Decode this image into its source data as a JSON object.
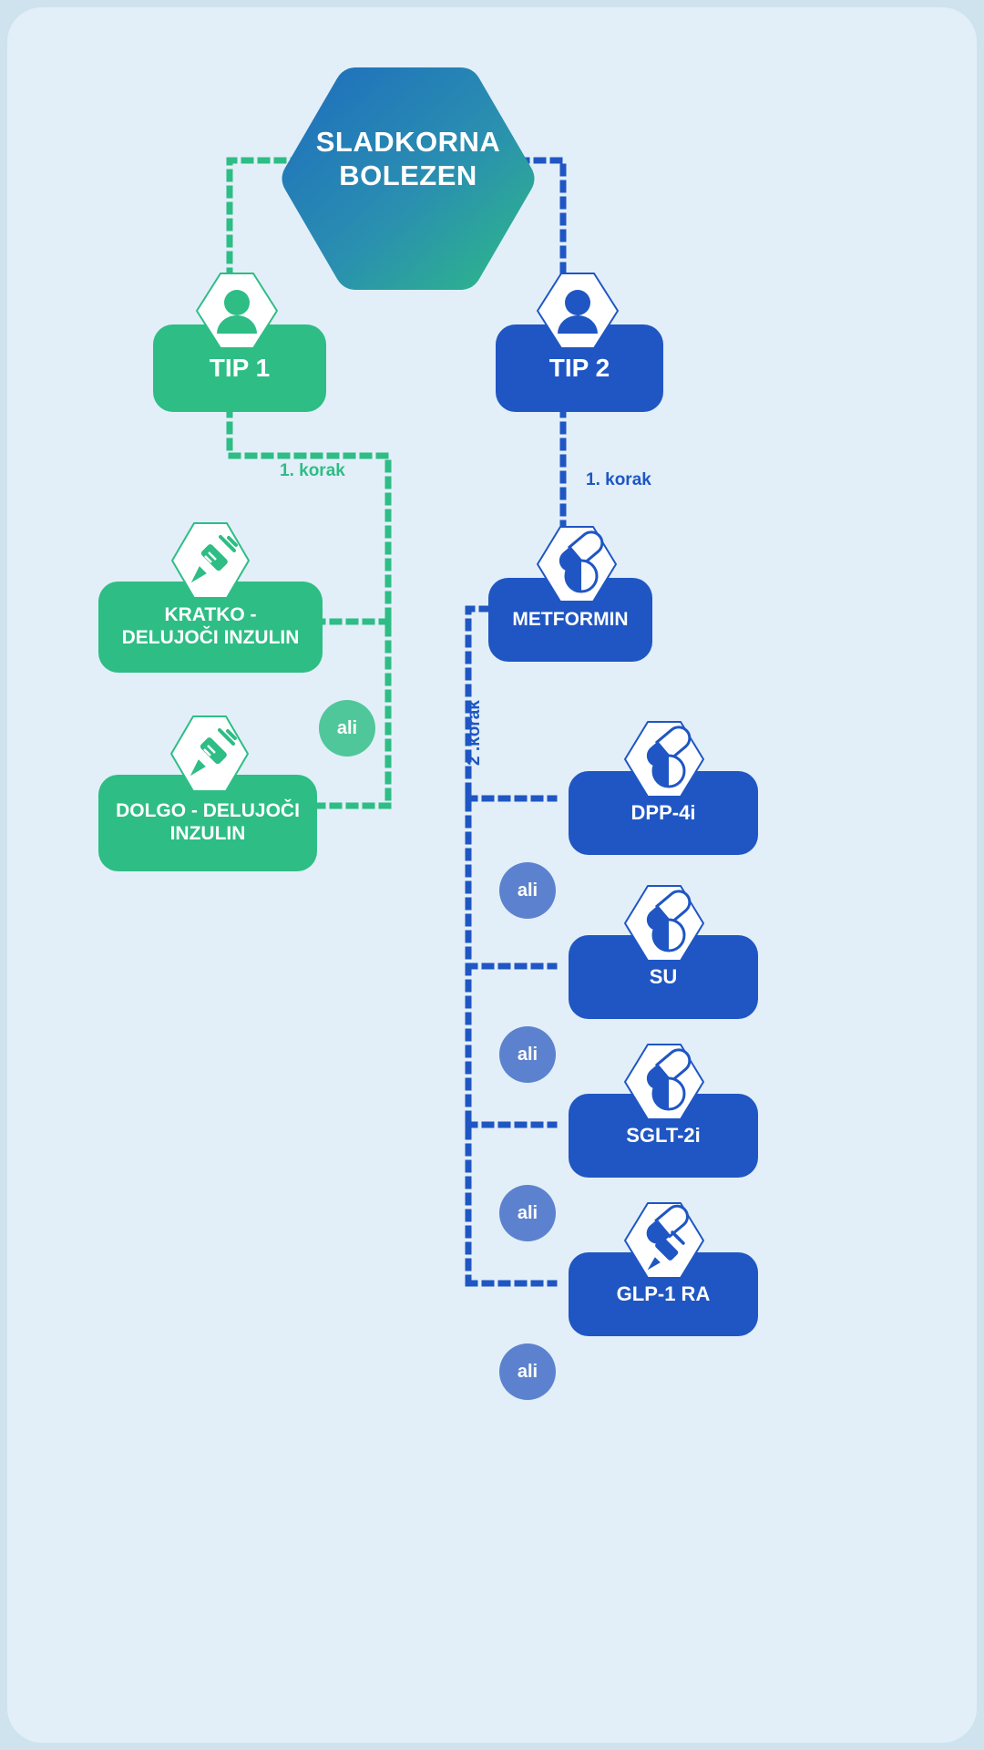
{
  "theme": {
    "background": "#e2eff8",
    "page_background": "#cfe3ef",
    "green": "#2ebd85",
    "blue": "#1f56c3",
    "green_light": "#4fc79a",
    "blue_light": "#5c82cf",
    "hex_gradient_from": "#1f6fc0",
    "hex_gradient_to": "#2bb48e",
    "white": "#ffffff"
  },
  "root": {
    "label_line1": "SLADKORNA",
    "label_line2": "BOLEZEN",
    "icon": "hexagon-gradient"
  },
  "branches": [
    {
      "id": "tip1",
      "label": "TIP 1",
      "icon": "person-icon",
      "color": "#2ebd85",
      "step_label": "1. korak",
      "options": [
        {
          "label_line1": "KRATKO -",
          "label_line2": "DELUJOČI INZULIN",
          "icon": "syringe-icon"
        },
        {
          "label_line1": "DOLGO - DELUJOČI",
          "label_line2": "INZULIN",
          "icon": "syringe-icon"
        }
      ],
      "connectors": [
        {
          "label": "ali"
        }
      ]
    },
    {
      "id": "tip2",
      "label": "TIP 2",
      "icon": "person-icon",
      "color": "#1f56c3",
      "step_label": "1. korak",
      "step2_label": "2 .korak",
      "first_line": {
        "label": "METFORMIN",
        "icon": "pills-icon"
      },
      "options": [
        {
          "label": "DPP-4i",
          "icon": "pills-icon"
        },
        {
          "label": "SU",
          "icon": "pills-icon"
        },
        {
          "label": "SGLT-2i",
          "icon": "pills-icon"
        },
        {
          "label": "GLP-1 RA",
          "icon": "pills-syringe-icon"
        }
      ],
      "connectors": [
        {
          "label": "ali"
        },
        {
          "label": "ali"
        },
        {
          "label": "ali"
        },
        {
          "label": "ali"
        }
      ]
    }
  ]
}
